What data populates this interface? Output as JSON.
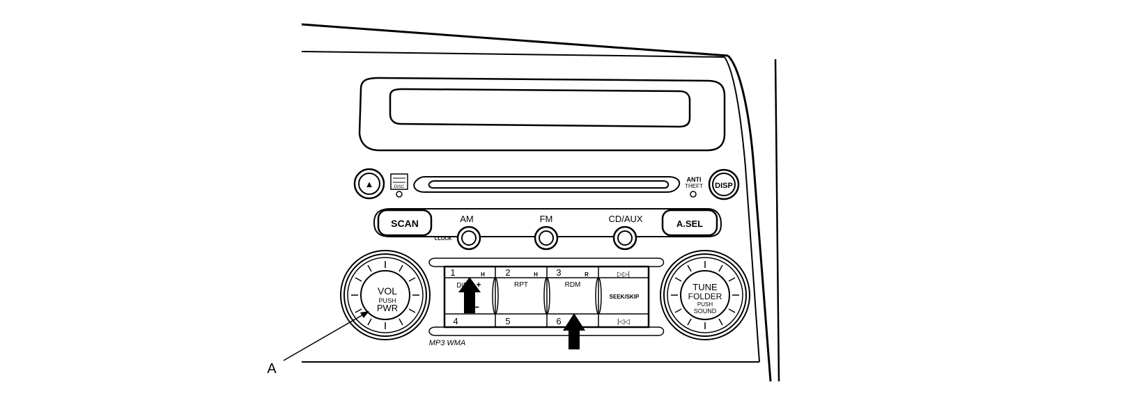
{
  "buttons": {
    "eject_symbol": "▲",
    "disp": "DISP",
    "scan": "SCAN",
    "am": "AM",
    "clock": "CLOCK",
    "fm": "FM",
    "cd_aux": "CD/AUX",
    "asel": "A.SEL"
  },
  "indicators": {
    "disc_indicator": "DISC",
    "anti_theft_line1": "ANTI",
    "anti_theft_line2": "THEFT"
  },
  "knobs": {
    "volume": {
      "line1": "VOL",
      "line2": "PUSH",
      "line3": "PWR"
    },
    "tune": {
      "line1": "TUNE",
      "line2": "FOLDER",
      "line3": "PUSH",
      "line4": "SOUND"
    }
  },
  "presets": {
    "p1": "1",
    "p1_tag": "H",
    "p2": "2",
    "p2_tag": "H",
    "p3": "3",
    "p3_tag": "R",
    "p4": "4",
    "p5": "5",
    "p6": "6",
    "dir_label": "DIR",
    "dir_plus": "+",
    "dir_minus": "−",
    "rpt": "RPT",
    "rdm": "RDM",
    "seek_skip": "SEEK/SKIP",
    "skip_fwd_symbol": "▷▷|",
    "skip_back_symbol": "|◁◁"
  },
  "badges": {
    "formats": "MP3 WMA"
  },
  "callouts": {
    "a": "A"
  }
}
